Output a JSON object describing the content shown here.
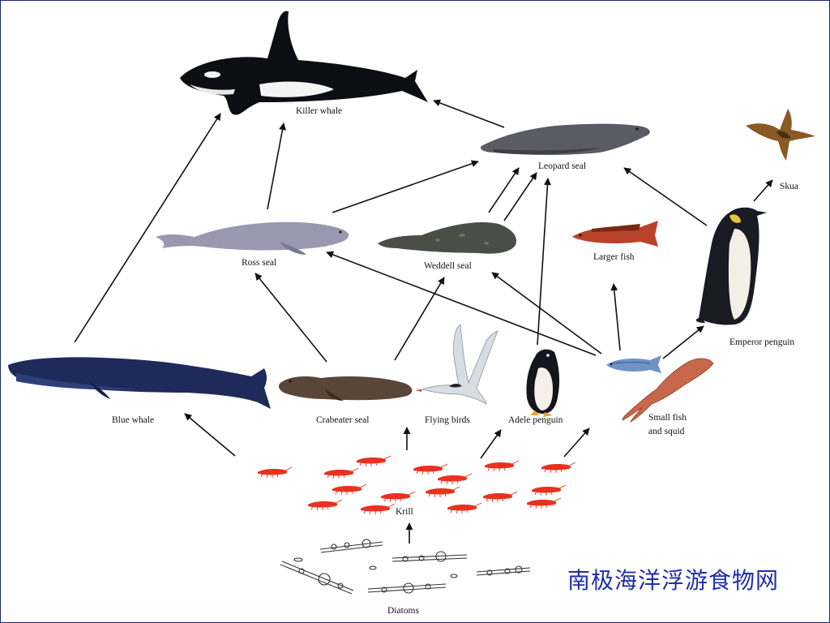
{
  "organisms": {
    "killer_whale": "Killer whale",
    "leopard_seal": "Leopard seal",
    "skua": "Skua",
    "ross_seal": "Ross seal",
    "weddell_seal": "Weddell seal",
    "larger_fish": "Larger fish",
    "emperor_penguin": "Emperor penguin",
    "blue_whale": "Blue whale",
    "crabeater_seal": "Crabeater seal",
    "flying_birds": "Flying birds",
    "adele_penguin": "Adele penguin",
    "small_fish_line1": "Small fish",
    "small_fish_line2": "and squid",
    "krill": "Krill",
    "diatoms": "Diatoms"
  },
  "caption": "南极海洋浮游食物网",
  "colors": {
    "arrow": "#111111",
    "krill": "#e8321e",
    "caption": "#1f2fa8",
    "killer_whale_body": "#0d0d14",
    "blue_whale_body": "#1e2a5a",
    "seal_gray": "#5b5b66",
    "ross_seal": "#9a98b0",
    "crabeater_seal": "#5a4638",
    "larger_fish": "#b8432a",
    "small_fish": "#6f93c6",
    "squid": "#c8684a",
    "skua": "#8a5a24"
  }
}
